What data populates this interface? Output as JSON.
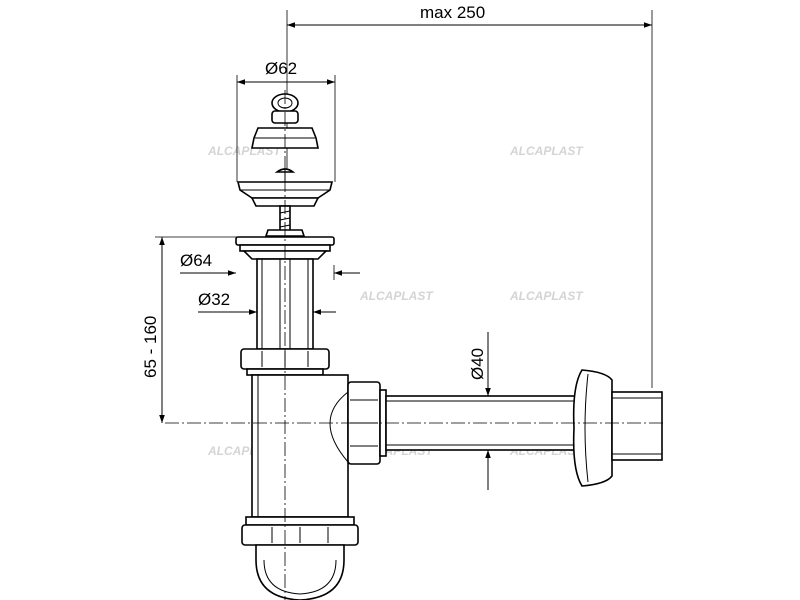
{
  "dimensions": {
    "max_width": "max 250",
    "strainer_diameter": "Ø62",
    "flange_diameter": "Ø64",
    "pipe_diameter": "Ø32",
    "height_range": "65 - 160",
    "outlet_diameter": "Ø40"
  },
  "watermark": {
    "brand": "ALCAPLAST"
  }
}
